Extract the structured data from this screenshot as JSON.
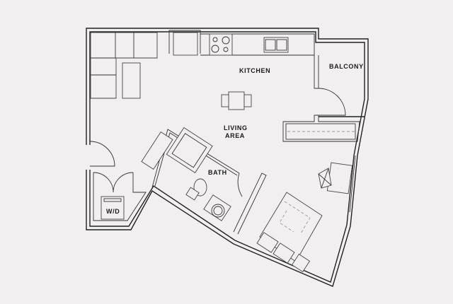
{
  "floorplan": {
    "rooms": {
      "kitchen": "KITCHEN",
      "balcony": "BALCONY",
      "living_1": "LIVING",
      "living_2": "AREA",
      "bath": "BATH",
      "laundry": "W/D"
    },
    "colors": {
      "background": "#f2eff0",
      "wall": "#222222",
      "furniture": "#444444"
    }
  }
}
